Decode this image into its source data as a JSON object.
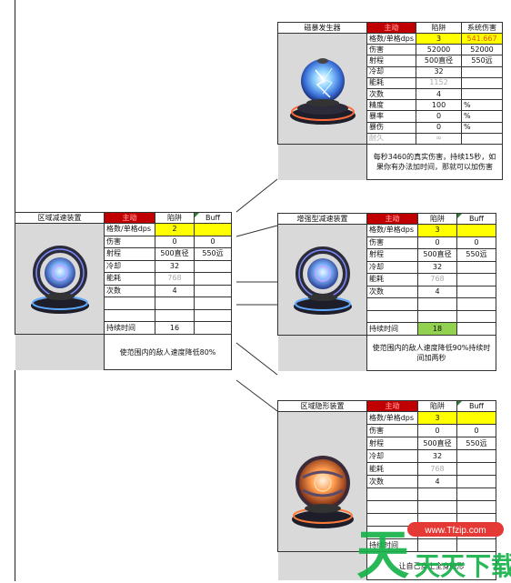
{
  "device1": {
    "name": "磁暴发生器",
    "hdr": [
      "主动",
      "陷阱",
      "系统伤害"
    ],
    "rows": [
      [
        "格数/单格dps",
        "3",
        "541.667"
      ],
      [
        "伤害",
        "52000",
        "52000"
      ],
      [
        "射程",
        "500直径",
        "550远"
      ],
      [
        "冷却",
        "32",
        ""
      ],
      [
        "能耗",
        "1152",
        ""
      ],
      [
        "次数",
        "4",
        ""
      ],
      [
        "精度",
        "100",
        "%"
      ],
      [
        "暴率",
        "0",
        "%"
      ],
      [
        "暴伤",
        "0",
        "%"
      ],
      [
        "耐久",
        "∞",
        ""
      ]
    ],
    "desc": "每秒3460的真实伤害，持续15秒，如果你有办法加时间，那就可以加伤害"
  },
  "device2": {
    "name": "区域减速装置",
    "hdr": [
      "主动",
      "陷阱",
      "Buff"
    ],
    "rows": [
      [
        "格数/单格dps",
        "2",
        ""
      ],
      [
        "伤害",
        "0",
        "0"
      ],
      [
        "射程",
        "500直径",
        "550远"
      ],
      [
        "冷却",
        "32",
        ""
      ],
      [
        "能耗",
        "768",
        ""
      ],
      [
        "次数",
        "4",
        ""
      ]
    ],
    "duration_label": "持续时间",
    "duration": "16",
    "desc": "使范围内的敌人速度降低80%"
  },
  "device3": {
    "name": "增强型减速装置",
    "hdr": [
      "主动",
      "陷阱",
      "Buff"
    ],
    "rows": [
      [
        "格数/单格dps",
        "3",
        ""
      ],
      [
        "伤害",
        "0",
        "0"
      ],
      [
        "射程",
        "500直径",
        "550远"
      ],
      [
        "冷却",
        "32",
        ""
      ],
      [
        "能耗",
        "768",
        ""
      ],
      [
        "次数",
        "4",
        ""
      ]
    ],
    "duration_label": "持续时间",
    "duration": "18",
    "desc": "使范围内的敌人速度降低90%持续时间加两秒"
  },
  "device4": {
    "name": "区域隐形装置",
    "hdr": [
      "主动",
      "陷阱",
      "Buff"
    ],
    "rows": [
      [
        "格数/单格dps",
        "3",
        ""
      ],
      [
        "伤害",
        "0",
        "0"
      ],
      [
        "射程",
        "500直径",
        "550远"
      ],
      [
        "冷却",
        "32",
        ""
      ],
      [
        "能耗",
        "768",
        ""
      ],
      [
        "次数",
        "4",
        ""
      ]
    ],
    "duration_label": "持续时间",
    "desc": "让自己身上全身隐形"
  },
  "watermark": {
    "site": "www.Tfzip.com",
    "brand": "天天下载"
  }
}
